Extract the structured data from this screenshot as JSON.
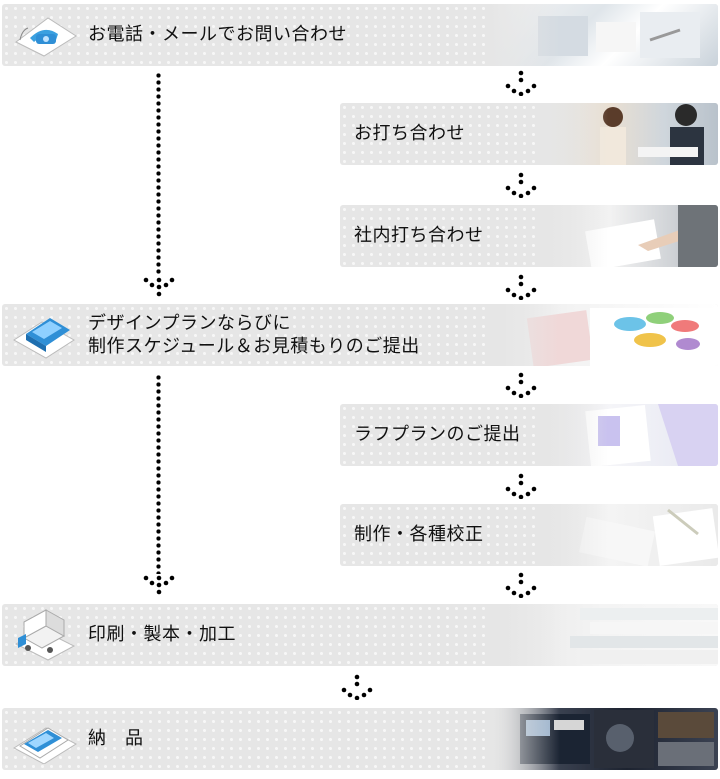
{
  "steps": {
    "inquiry": "お電話・メールでお問い合わせ",
    "meeting": "お打ち合わせ",
    "internal_meeting": "社内打ち合わせ",
    "design_plan_line1": "デザインプランならびに",
    "design_plan_line2": "制作スケジュール＆お見積もりのご提出",
    "rough_plan": "ラフプランのご提出",
    "production": "制作・各種校正",
    "printing": "印刷・製本・加工",
    "delivery": "納　品"
  },
  "icons": {
    "inquiry": "telephone-icon",
    "design_plan": "documents-icon",
    "printing": "delivery-truck-icon",
    "delivery": "brochure-icon"
  },
  "colors": {
    "box": "#e6e6e6",
    "dot_arrow": "#000000",
    "icon_blue": "#2f8fd6"
  }
}
